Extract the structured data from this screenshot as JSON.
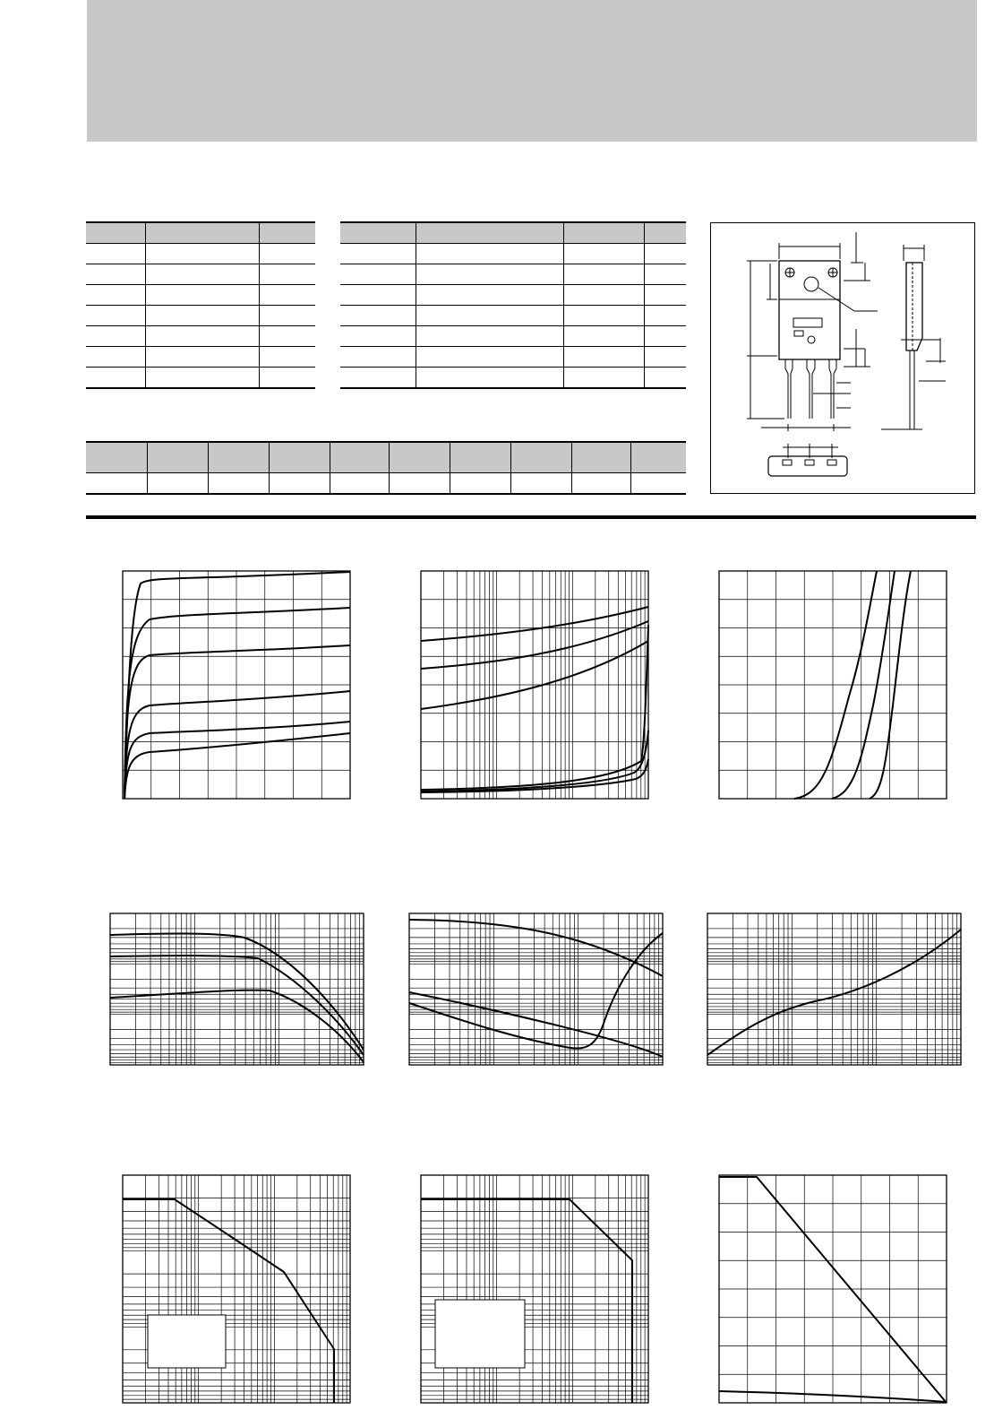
{
  "header": {
    "title": ""
  },
  "tables": {
    "left_rows": 8,
    "right_rows": 8,
    "bottom_cols": 10
  },
  "charts": [
    {
      "id": "chart-1",
      "type": "line",
      "x_scale": "linear",
      "y_scale": "linear"
    },
    {
      "id": "chart-2",
      "type": "line",
      "x_scale": "log",
      "y_scale": "linear"
    },
    {
      "id": "chart-3",
      "type": "line",
      "x_scale": "linear",
      "y_scale": "linear"
    },
    {
      "id": "chart-4",
      "type": "line",
      "x_scale": "log",
      "y_scale": "log"
    },
    {
      "id": "chart-5",
      "type": "line",
      "x_scale": "log",
      "y_scale": "log"
    },
    {
      "id": "chart-6",
      "type": "line",
      "x_scale": "log",
      "y_scale": "log"
    },
    {
      "id": "chart-7",
      "type": "line",
      "x_scale": "log",
      "y_scale": "log"
    },
    {
      "id": "chart-8",
      "type": "line",
      "x_scale": "log",
      "y_scale": "log"
    },
    {
      "id": "chart-9",
      "type": "line",
      "x_scale": "linear",
      "y_scale": "linear"
    }
  ],
  "colors": {
    "band": "#c8c8c8",
    "ink": "#000000"
  }
}
